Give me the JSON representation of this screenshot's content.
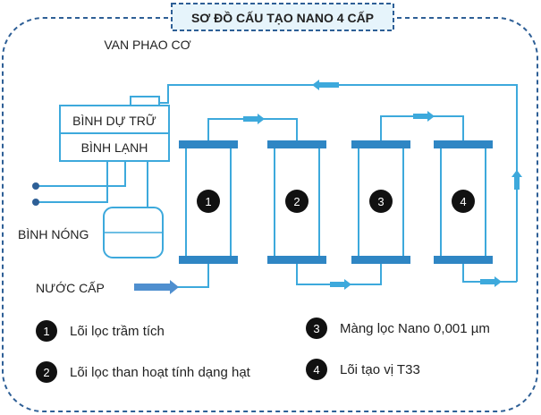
{
  "title": "SƠ ĐỒ CẤU TẠO NANO 4 CẤP",
  "labels": {
    "float_valve": "VAN PHAO CƠ",
    "storage_tank": "BÌNH DỰ TRỮ",
    "cold_tank": "BÌNH LẠNH",
    "hot_tank": "BÌNH NÓNG",
    "supply_water": "NƯỚC CẤP"
  },
  "filters": [
    {
      "number": "1"
    },
    {
      "number": "2"
    },
    {
      "number": "3"
    },
    {
      "number": "4"
    }
  ],
  "legend": [
    {
      "number": "1",
      "text": "Lõi lọc trầm tích"
    },
    {
      "number": "2",
      "text": "Lõi lọc than hoạt tính dạng hạt"
    },
    {
      "number": "3",
      "text": "Màng lọc Nano 0,001 µm"
    },
    {
      "number": "4",
      "text": "Lõi tạo vị T33"
    }
  ],
  "colors": {
    "line": "#3da9dc",
    "cap": "#2f86c4",
    "frame": "#2e5f96",
    "title_fill": "#e6f4fb",
    "badge": "#111111"
  }
}
